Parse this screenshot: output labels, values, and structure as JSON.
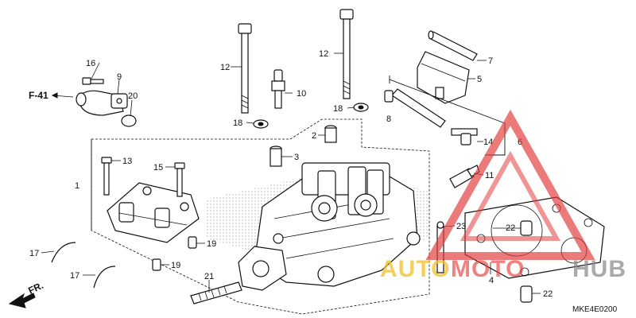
{
  "diagram": {
    "refs": {
      "f41": "F-41",
      "front": "FR."
    },
    "callouts": {
      "c1": "1",
      "c2": "2",
      "c3": "3",
      "c4": "4",
      "c5": "5",
      "c6": "6",
      "c7": "7",
      "c8": "8",
      "c9": "9",
      "c10": "10",
      "c11": "11",
      "c12a": "12",
      "c12b": "12",
      "c13": "13",
      "c14": "14",
      "c15": "15",
      "c16": "16",
      "c17a": "17",
      "c17b": "17",
      "c18a": "18",
      "c18b": "18",
      "c19a": "19",
      "c19b": "19",
      "c20": "20",
      "c21": "21",
      "c22a": "22",
      "c22b": "22",
      "c23": "23"
    },
    "drawing_code": "MKE4E0200"
  },
  "watermark": {
    "word_a": "AUTO",
    "word_b": "MOTO",
    "word_c": "HUB",
    "color_red": "#e23b3b",
    "color_yellow": "#f2c12e",
    "color_gray": "#8a8a8a"
  }
}
